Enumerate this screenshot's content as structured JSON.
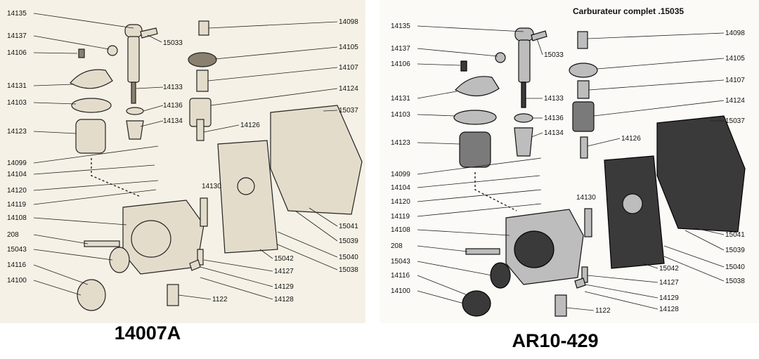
{
  "left_panel": {
    "caption": "14007A",
    "labels_left": [
      "14135",
      "14137",
      "14106",
      "14131",
      "14103",
      "14123",
      "14099",
      "14104",
      "14120",
      "14119",
      "14108",
      "208",
      "15043",
      "14116",
      "14100"
    ],
    "labels_mid": [
      "15033",
      "14133",
      "14136",
      "14134",
      "14126",
      "14130"
    ],
    "labels_right": [
      "14098",
      "14105",
      "14107",
      "14124",
      "15037",
      "15041",
      "15039",
      "15040",
      "15038",
      "15042",
      "14127",
      "14129",
      "14128",
      "1122"
    ]
  },
  "right_panel": {
    "title": "Carburateur complet .15035",
    "caption": "AR10-429",
    "labels_left": [
      "14135",
      "14137",
      "14106",
      "14131",
      "14103",
      "14123",
      "14099",
      "14104",
      "14120",
      "14119",
      "14108",
      "208",
      "15043",
      "14116",
      "14100"
    ],
    "labels_mid": [
      "15033",
      "14133",
      "14136",
      "14134",
      "14126",
      "14130"
    ],
    "labels_right": [
      "14098",
      "14105",
      "14107",
      "14124",
      "15037",
      "15041",
      "15039",
      "15040",
      "15038",
      "15042",
      "14127",
      "14129",
      "14128",
      "1122"
    ]
  }
}
